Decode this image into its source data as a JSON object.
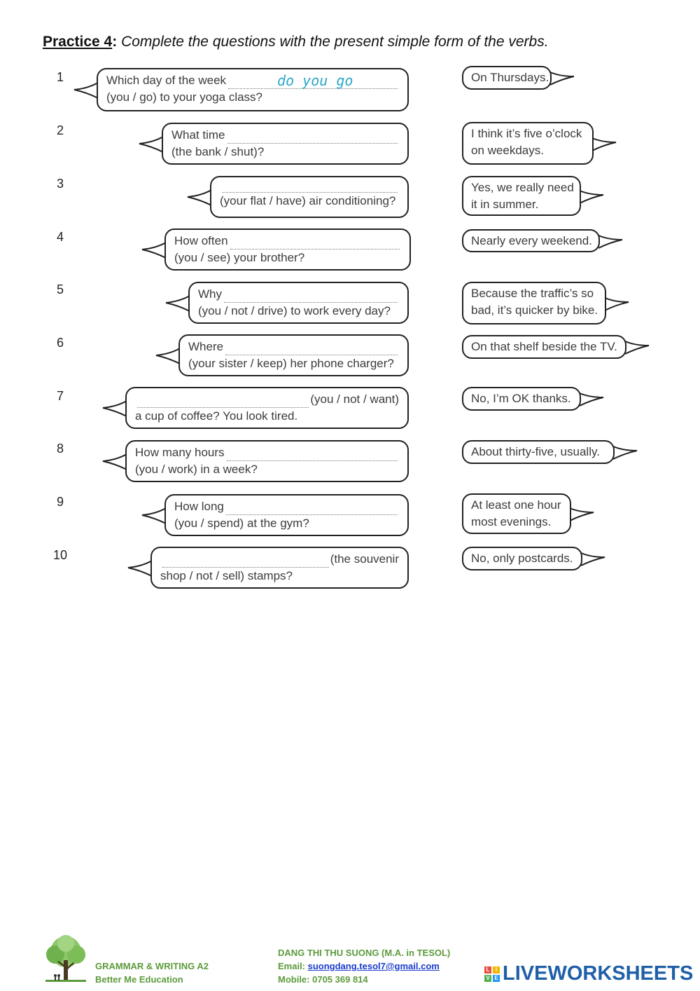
{
  "header": {
    "title": "Practice 4",
    "colon": ":",
    "instruction": " Complete the questions with the present simple form of the verbs."
  },
  "items": [
    {
      "n": "1",
      "q1": "Which day of the week",
      "q1_after": "",
      "q2": "(you / go) to your yoga class?",
      "answer": "do you go",
      "reply1": "On Thursdays.",
      "reply2": ""
    },
    {
      "n": "2",
      "q1": "What time",
      "q1_after": "",
      "q2": "(the bank / shut)?",
      "answer": "",
      "reply1": "I think it’s five o’clock",
      "reply2": "on weekdays."
    },
    {
      "n": "3",
      "q1": "",
      "q1_after": "",
      "q2": "(your flat / have) air conditioning?",
      "answer": "",
      "reply1": "Yes, we really need",
      "reply2": "it in summer."
    },
    {
      "n": "4",
      "q1": "How often",
      "q1_after": "",
      "q2": "(you / see) your brother?",
      "answer": "",
      "reply1": "Nearly every weekend.",
      "reply2": ""
    },
    {
      "n": "5",
      "q1": "Why",
      "q1_after": "",
      "q2": "(you / not / drive) to work every day?",
      "answer": "",
      "reply1": "Because the traffic’s so",
      "reply2": "bad, it’s quicker by bike."
    },
    {
      "n": "6",
      "q1": "Where",
      "q1_after": "",
      "q2": "(your sister / keep) her phone charger?",
      "answer": "",
      "reply1": "On that shelf beside the TV.",
      "reply2": ""
    },
    {
      "n": "7",
      "q1": "",
      "q1_after": "(you / not / want)",
      "q2": "a cup of coffee? You look tired.",
      "answer": "",
      "reply1": "No, I’m OK thanks.",
      "reply2": ""
    },
    {
      "n": "8",
      "q1": "How many hours",
      "q1_after": "",
      "q2": "(you / work) in a week?",
      "answer": "",
      "reply1": "About thirty-five, usually.",
      "reply2": ""
    },
    {
      "n": "9",
      "q1": "How long",
      "q1_after": "",
      "q2": "(you / spend) at the gym?",
      "answer": "",
      "reply1": "At least one hour",
      "reply2": "most evenings."
    },
    {
      "n": "10",
      "q1": "",
      "q1_after": "(the souvenir",
      "q2": "shop / not / sell) stamps?",
      "answer": "",
      "reply1": "No, only postcards.",
      "reply2": ""
    }
  ],
  "footer": {
    "course": "GRAMMAR & WRITING A2",
    "org": "Better Me Education",
    "author": "DANG THI THU SUONG (M.A. in TESOL)",
    "email_label": "Email: ",
    "email": "suongdang.tesol7@gmail.com",
    "mobile": "Mobile: 0705 369 814",
    "brand": "LIVEWORKSHEETS",
    "brand_letters": [
      "L",
      "I",
      "V",
      "E"
    ],
    "brand_colors": [
      "#e94e3c",
      "#f4b400",
      "#4caf50",
      "#2196f3"
    ]
  }
}
